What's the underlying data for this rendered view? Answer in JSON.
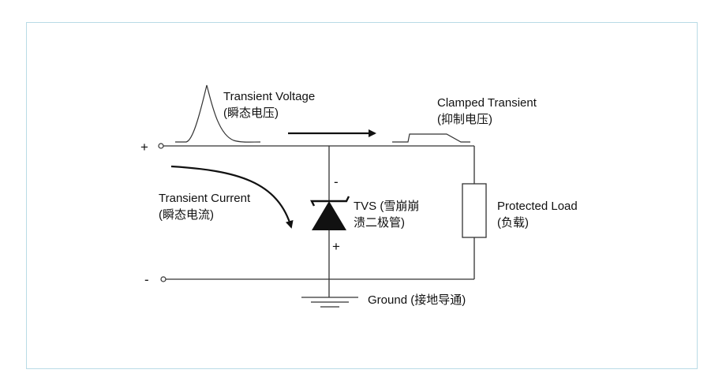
{
  "labels": {
    "transient_voltage": [
      "Transient Voltage",
      "(瞬态电压)"
    ],
    "clamped_transient": [
      "Clamped Transient",
      "(抑制电压)"
    ],
    "transient_current": [
      "Transient Current",
      "(瞬态电流)"
    ],
    "tvs": [
      "TVS (雪崩崩",
      "溃二极管)"
    ],
    "protected_load": [
      "Protected Load",
      "(负载)"
    ],
    "ground": "Ground (接地导通)"
  },
  "terminals": {
    "positive": "+",
    "negative": "-"
  },
  "diode_polarity": {
    "cathode": "-",
    "anode": "+"
  },
  "colors": {
    "frame_border": "#b9dbe6",
    "wire": "#333333",
    "arrow": "#111111"
  }
}
